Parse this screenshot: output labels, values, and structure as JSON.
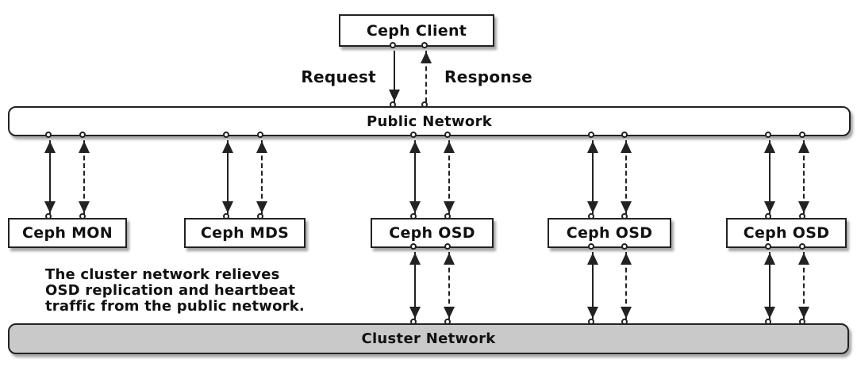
{
  "client": {
    "label": "Ceph Client"
  },
  "edge_labels": {
    "request": "Request",
    "response": "Response"
  },
  "networks": {
    "public": {
      "label": "Public Network"
    },
    "cluster": {
      "label": "Cluster Network"
    }
  },
  "nodes": [
    {
      "label": "Ceph MON"
    },
    {
      "label": "Ceph MDS"
    },
    {
      "label": "Ceph OSD"
    },
    {
      "label": "Ceph OSD"
    },
    {
      "label": "Ceph OSD"
    }
  ],
  "caption_lines": [
    "The cluster network relieves",
    "OSD replication and heartbeat",
    "traffic from the public network."
  ],
  "colors": {
    "stroke": "#222222",
    "text": "#111111",
    "box_fill": "#ffffff",
    "cluster_fill": "#c9c9c9",
    "background": "#ffffff"
  }
}
